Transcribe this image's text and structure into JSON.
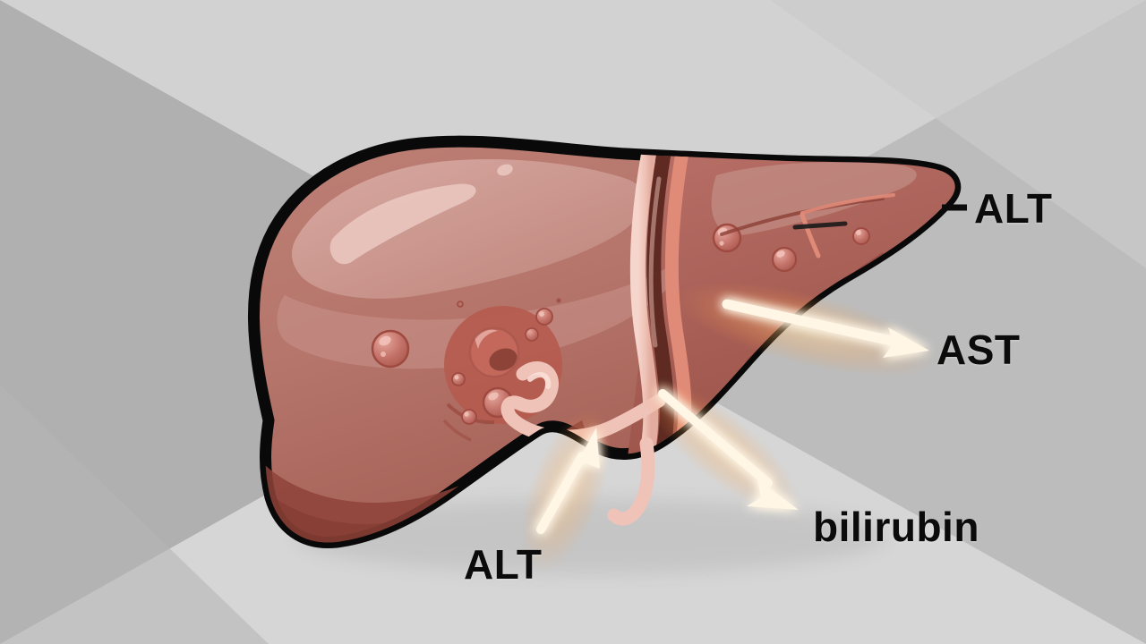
{
  "illustration": {
    "subject": "liver",
    "style": "flat vector medical illustration",
    "background": {
      "base_color": "#c8c8c8",
      "wedge_dark_color": "#b0b0b0",
      "wedge_light_color": "#d6d6d6",
      "pattern": "four diagonal wedges radiating from center forming an X"
    },
    "organ": {
      "name": "liver",
      "outline_color": "#000000",
      "body_color": "#b5756b",
      "body_color_dark": "#9e4f45",
      "body_color_shadow": "#8e4339",
      "highlight_color": "#d3a49c",
      "highlight_color_bright": "#e3bcb5",
      "lesion_color": "#b55c50",
      "nodule_color": "#c96f63",
      "duct_color": "#f0c3b8",
      "vessel_color": "#e08a78",
      "groove_color": "#5e2a22"
    },
    "arrow": {
      "core_color": "#fff6e6",
      "glow_color": "#ffb765",
      "count": 3
    }
  },
  "annotations": [
    {
      "id": "alt-top",
      "label": "ALT",
      "connector": "dash-leader",
      "points_to": "right lobe upper border",
      "text_color": "#0b0b0b"
    },
    {
      "id": "ast",
      "label": "AST",
      "connector": "glowing-arrow",
      "direction": "right",
      "points_to": "right lobe parenchyma",
      "text_color": "#0b0b0b"
    },
    {
      "id": "bilirubin",
      "label": "bilirubin",
      "connector": "glowing-arrow",
      "direction": "down-right",
      "points_to": "bile duct",
      "text_color": "#0b0b0b"
    },
    {
      "id": "alt-bottom",
      "label": "ALT",
      "connector": "glowing-arrow",
      "direction": "up-right",
      "points_to": "inferior liver border",
      "text_color": "#0b0b0b"
    }
  ]
}
